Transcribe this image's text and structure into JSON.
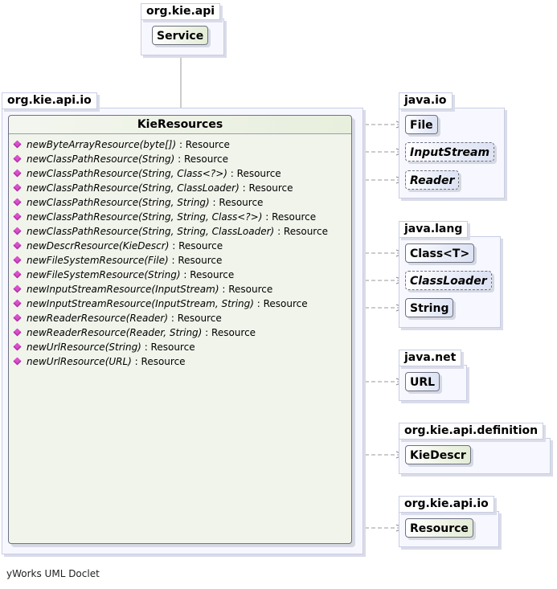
{
  "packages": {
    "org_kie_api": {
      "name": "org.kie.api",
      "classes": [
        "Service"
      ]
    },
    "org_kie_api_io_main": {
      "name": "org.kie.api.io"
    },
    "java_io": {
      "name": "java.io",
      "classes": [
        "File",
        "InputStream",
        "Reader"
      ]
    },
    "java_lang": {
      "name": "java.lang",
      "classes": [
        "Class<T>",
        "ClassLoader",
        "String"
      ]
    },
    "java_net": {
      "name": "java.net",
      "classes": [
        "URL"
      ]
    },
    "org_kie_api_definition": {
      "name": "org.kie.api.definition",
      "classes": [
        "KieDescr"
      ]
    },
    "org_kie_api_io_dep": {
      "name": "org.kie.api.io",
      "classes": [
        "Resource"
      ]
    }
  },
  "main_class": {
    "name": "KieResources",
    "methods": [
      {
        "name": "newByteArrayResource(byte[])",
        "returns": " : Resource"
      },
      {
        "name": "newClassPathResource(String)",
        "returns": " : Resource"
      },
      {
        "name": "newClassPathResource(String, Class<?>)",
        "returns": " : Resource"
      },
      {
        "name": "newClassPathResource(String, ClassLoader)",
        "returns": " : Resource"
      },
      {
        "name": "newClassPathResource(String, String)",
        "returns": " : Resource"
      },
      {
        "name": "newClassPathResource(String, String, Class<?>)",
        "returns": " : Resource"
      },
      {
        "name": "newClassPathResource(String, String, ClassLoader)",
        "returns": " : Resource"
      },
      {
        "name": "newDescrResource(KieDescr)",
        "returns": " : Resource"
      },
      {
        "name": "newFileSystemResource(File)",
        "returns": " : Resource"
      },
      {
        "name": "newFileSystemResource(String)",
        "returns": " : Resource"
      },
      {
        "name": "newInputStreamResource(InputStream)",
        "returns": " : Resource"
      },
      {
        "name": "newInputStreamResource(InputStream, String)",
        "returns": " : Resource"
      },
      {
        "name": "newReaderResource(Reader)",
        "returns": " : Resource"
      },
      {
        "name": "newReaderResource(Reader, String)",
        "returns": " : Resource"
      },
      {
        "name": "newUrlResource(String)",
        "returns": " : Resource"
      },
      {
        "name": "newUrlResource(URL)",
        "returns": " : Resource"
      }
    ]
  },
  "footer": "yWorks UML Doclet",
  "colors": {
    "package_fill": "#f7f8ff",
    "package_border": "#c9cde4",
    "class_border": "#6d7180",
    "edge": "#9a9a9a",
    "method_icon": "#d94fcc"
  }
}
